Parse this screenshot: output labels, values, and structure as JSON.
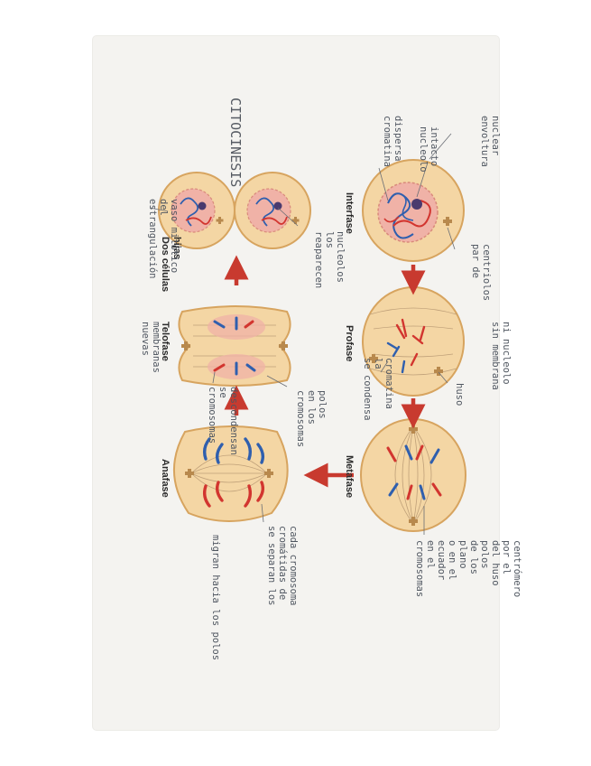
{
  "diagram": {
    "colors": {
      "cell_fill": "#f4d6a4",
      "cell_stroke": "#d7a45f",
      "nucleus_fill": "#f0b2a7",
      "chromosome_red": "#d2352f",
      "chromosome_blue": "#2f5fae",
      "centrosome": "#b8894d",
      "arrow": "#c83a2f",
      "spindle": "#bfa079"
    },
    "stages": {
      "interfase": "Interfase",
      "profase": "Profase",
      "metafase": "Metafase",
      "anafase": "Anafase",
      "telofase": "Telofase",
      "dos_celulas": [
        "Dos células",
        "hijas"
      ]
    },
    "heading": "CITOCINESIS",
    "notes": {
      "envoltura_nuclear": [
        "envoltura",
        "nuclear"
      ],
      "nucleolo_intacto": [
        "nucleolo",
        "intacto"
      ],
      "cromatina_dispersa": [
        "cromatina",
        "dispersa"
      ],
      "par_centriolos": [
        "par de",
        "centriolos"
      ],
      "sin_membrana": [
        "sin membrana",
        "ni nucleolo"
      ],
      "huso": "huso",
      "se_condensa": [
        "se condensa",
        "la",
        "cromatina"
      ],
      "cromosomas_ecuador": [
        "cromosomas",
        "en el",
        "ecuador",
        "o en el",
        "plano",
        "de los",
        "polos",
        "del huso",
        "por el",
        "centrómero"
      ],
      "se_separan": [
        "se separan los",
        "cromátidas de",
        "cada cromosoma"
      ],
      "migran": "migran hacia los polos",
      "cromosomas_polos": [
        "cromosomas",
        "en los",
        "polos"
      ],
      "cromosomas_condensados": [
        "cromosomas",
        "se",
        "descondensan"
      ],
      "nuevas_membranas": [
        "nuevas",
        "membranas"
      ],
      "reaparecen": [
        "reaparecen",
        "los",
        "nucleolos"
      ],
      "estrangulacion": [
        "estrangulación",
        "del",
        "vaso mitótico"
      ]
    }
  }
}
